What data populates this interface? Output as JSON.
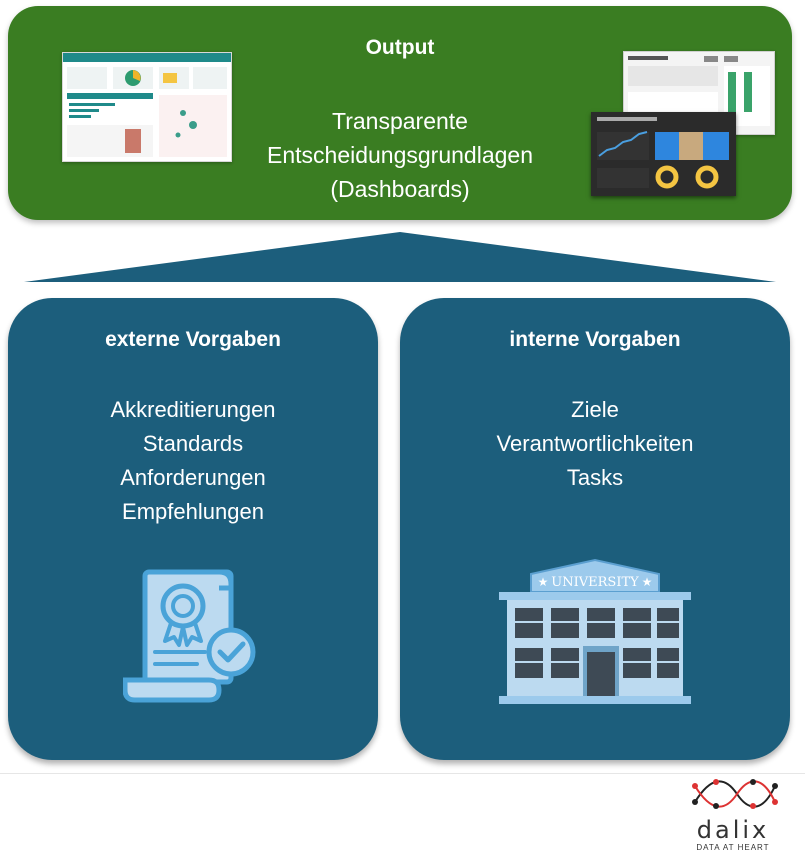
{
  "output": {
    "title": "Output",
    "lines": [
      "Transparente",
      "Entscheidungsgrundlagen",
      "(Dashboards)"
    ]
  },
  "left_panel": {
    "title": "externe Vorgaben",
    "items": [
      "Akkreditierungen",
      "Standards",
      "Anforderungen",
      "Empfehlungen"
    ],
    "icon": "certificate-icon"
  },
  "right_panel": {
    "title": "interne Vorgaben",
    "items": [
      "Ziele",
      "Verantwortlichkeiten",
      "Tasks"
    ],
    "icon": "university-building-icon",
    "sign": "UNIVERSITY"
  },
  "logo": {
    "name": "dalix",
    "tagline": "DATA AT HEART"
  },
  "colors": {
    "output_green": "#3a7d22",
    "panel_blue": "#1c5e7c",
    "icon_light_blue": "#bcdaf0"
  }
}
